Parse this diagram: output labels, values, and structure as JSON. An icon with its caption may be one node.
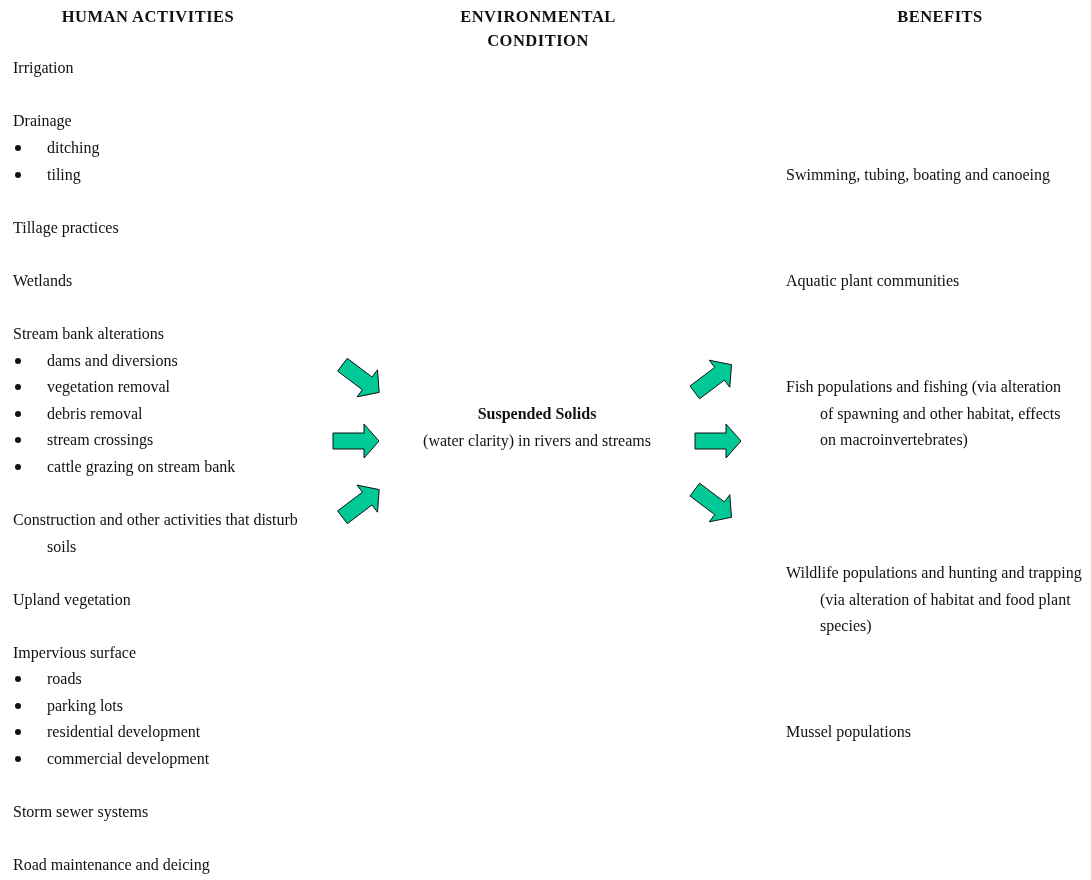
{
  "diagram": {
    "nodes": [
      {
        "text": [
          "Suspended Solids",
          "(water clarity) in rivers and streams"
        ]
      }
    ],
    "labels": [
      "HUMAN ACTIVITIES",
      "ENVIRONMENTAL CONDITION",
      "BENEFITS",
      "Irrigation",
      "Drainage",
      "ditching",
      "tiling",
      "Tillage practices",
      "Wetlands",
      "Stream bank alterations",
      "dams and diversions",
      "vegetation removal",
      "debris removal",
      "stream crossings",
      "cattle grazing on stream bank",
      "Construction and other activities that disturb soils",
      "Upland vegetation",
      "Impervious surface",
      "roads",
      "parking lots",
      "residential development",
      "commercial development",
      "Storm sewer systems",
      "Road maintenance and deicing",
      "Swimming, tubing, boating and canoeing",
      "Aquatic plant communities",
      "Fish populations and fishing (via alteration of spawning and other habitat, effects on macroinvertebrates)",
      "Wildlife populations and hunting and trapping (via alteration of habitat and food plant species)",
      "Mussel populations"
    ]
  }
}
